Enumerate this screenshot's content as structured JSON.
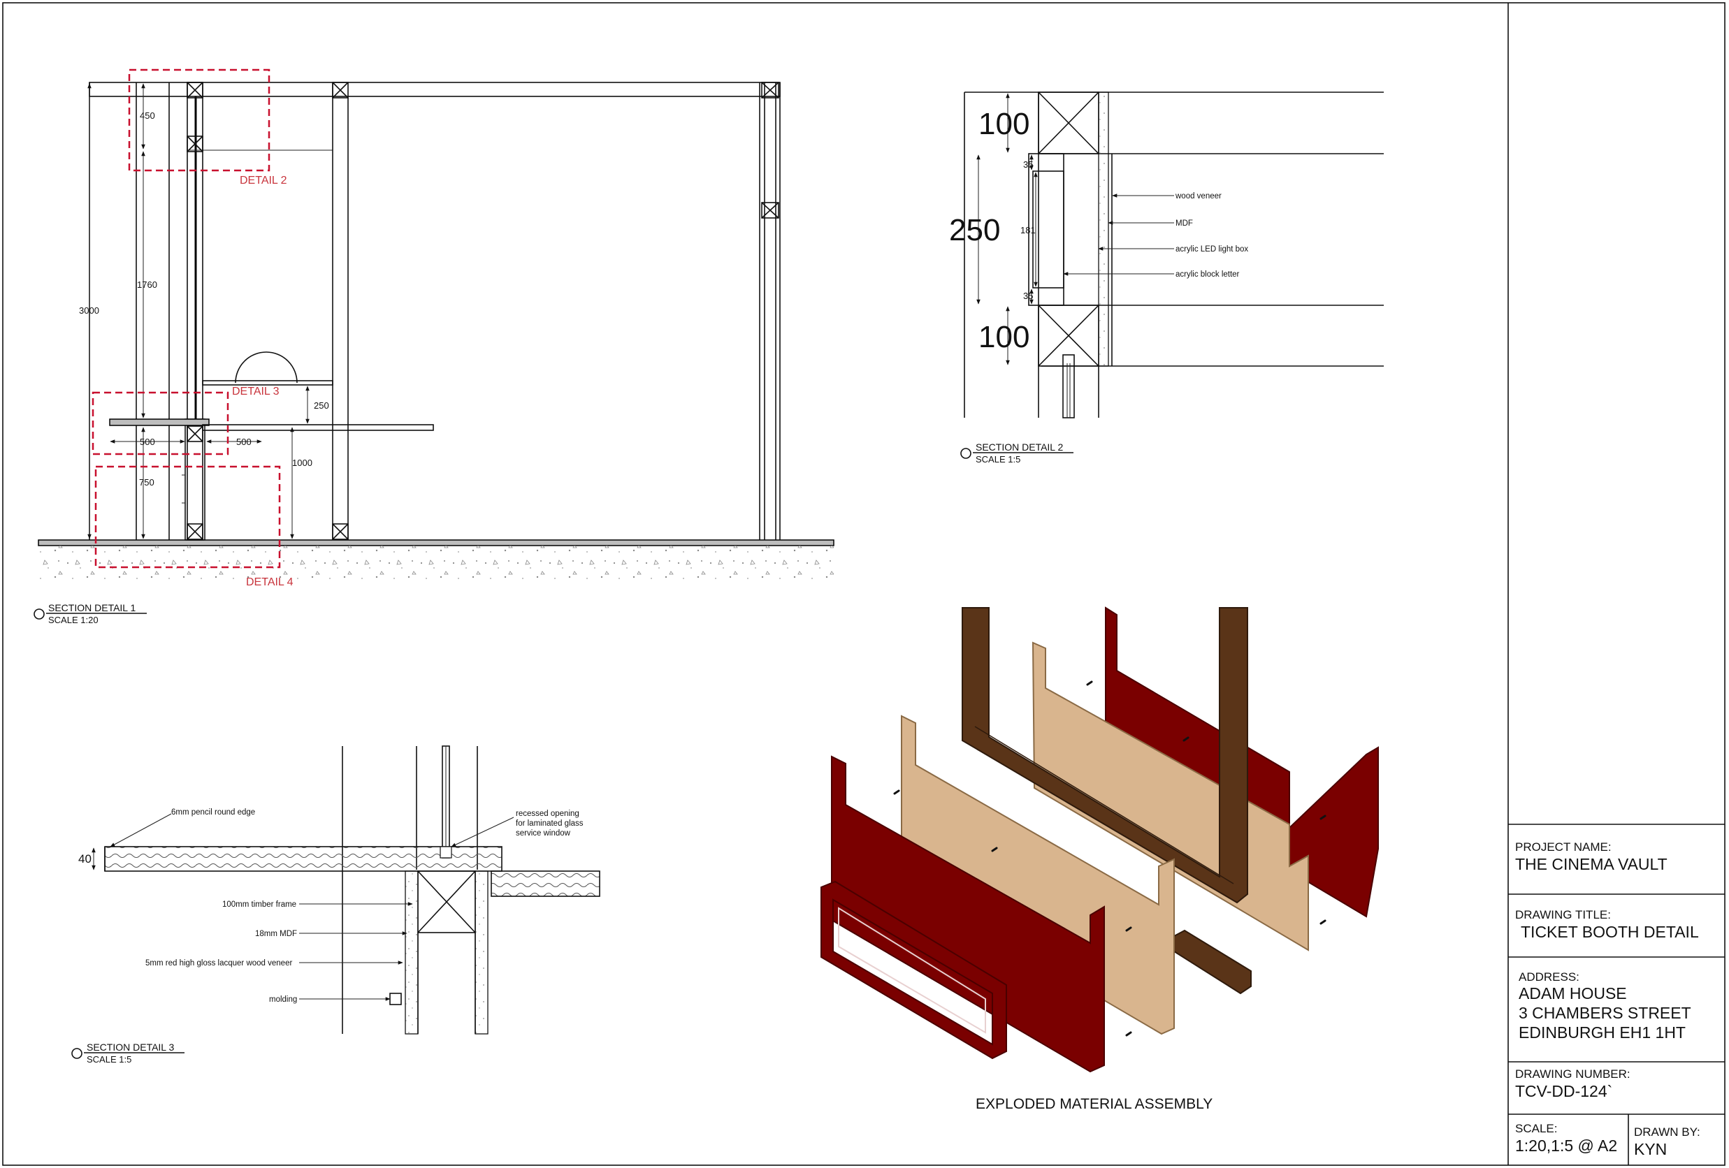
{
  "section1": {
    "title": "SECTION DETAIL 1",
    "scale": "SCALE 1:20",
    "callouts": [
      "DETAIL 2",
      "DETAIL 3",
      "DETAIL 4"
    ],
    "dims": [
      "450",
      "1760",
      "3000",
      "250",
      "500",
      "500",
      "750",
      "1000"
    ]
  },
  "section2": {
    "title": "SECTION DETAIL 2",
    "scale": "SCALE 1:5",
    "dims": [
      "100",
      "250",
      "100",
      "35",
      "181",
      "35"
    ],
    "notes": [
      "wood veneer",
      "MDF",
      "acrylic LED light box",
      "acrylic block letter"
    ]
  },
  "section3": {
    "title": "SECTION DETAIL 3",
    "scale": "SCALE 1:5",
    "dim": "40",
    "notes": [
      "6mm pencil round edge",
      "recessed opening",
      "for laminated glass",
      "service window",
      "100mm timber frame",
      "18mm MDF",
      "5mm red high gloss lacquer wood veneer",
      "molding"
    ]
  },
  "assembly": {
    "caption": "EXPLODED MATERIAL ASSEMBLY",
    "colors": {
      "red_veneer": "#7a0000",
      "mdf": "#d9b58e",
      "timber": "#5a3418"
    }
  },
  "title_block": {
    "project_label": "PROJECT NAME:",
    "project_value": "THE CINEMA VAULT",
    "drawing_title_label": "DRAWING TITLE:",
    "drawing_title_value": "TICKET BOOTH DETAIL",
    "address_label": "ADDRESS:",
    "address_lines": [
      "ADAM HOUSE",
      "3 CHAMBERS STREET",
      "EDINBURGH EH1 1HT"
    ],
    "drawing_number_label": "DRAWING NUMBER:",
    "drawing_number_value": "TCV-DD-124`",
    "scale_label": "SCALE:",
    "scale_value": "1:20,1:5 @ A2",
    "drawn_by_label": "DRAWN BY:",
    "drawn_by_value": "KYN"
  }
}
